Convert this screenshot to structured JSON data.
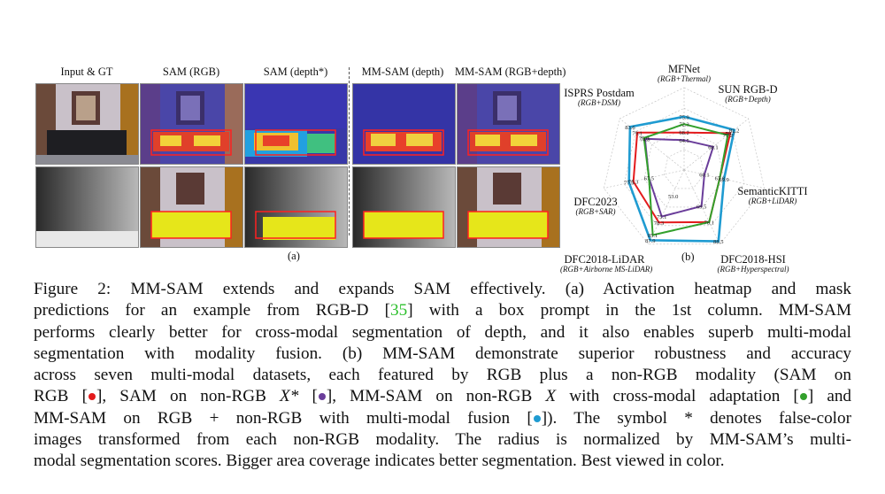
{
  "figure_a": {
    "columns": [
      "Input & GT",
      "SAM (RGB)",
      "SAM (depth*)",
      "MM-SAM (depth)",
      "MM-SAM (RGB+depth)"
    ],
    "sublabel": "(a)"
  },
  "figure_b": {
    "sublabel": "(b)",
    "axes": [
      {
        "name": "MFNet",
        "modality": "(RGB+Thermal)"
      },
      {
        "name": "SUN RGB-D",
        "modality": "(RGB+Depth)"
      },
      {
        "name": "SemanticKITTI",
        "modality": "(RGB+LiDAR)"
      },
      {
        "name": "DFC2018-HSI",
        "modality": "(RGB+Hyperspectral)"
      },
      {
        "name": "DFC2018-LiDAR",
        "modality": "(RGB+Airborne MS-LiDAR)"
      },
      {
        "name": "DFC2023",
        "modality": "(RGB+SAR)"
      },
      {
        "name": "ISPRS Postdam",
        "modality": "(RGB+DSM)"
      }
    ]
  },
  "chart_data": {
    "type": "radar",
    "categories": [
      "MFNet",
      "SUN RGB-D",
      "SemanticKITTI",
      "DFC2018-HSI",
      "DFC2018-LiDAR",
      "DFC2023",
      "ISPRS Postdam"
    ],
    "series": [
      {
        "color": "#e31a1c",
        "values": [
          68.2,
          78.7,
          67.8,
          78.1,
          78.3,
          75.3,
          79.1
        ]
      },
      {
        "color": "#6a3d9a",
        "values": [
          64.5,
          68.1,
          60.1,
          69.5,
          75.1,
          67.5,
          74.3
        ]
      },
      {
        "color": "#33a02c",
        "values": [
          72.3,
          77.2,
          67.8,
          78.1,
          85.1,
          67.5,
          75.0
        ]
      },
      {
        "color": "#1f9bd1",
        "values": [
          75.9,
          81.2,
          69.9,
          88.5,
          87.9,
          77.5,
          83.6
        ]
      }
    ],
    "point_labels": {
      "MFNet": [
        "75.9",
        "72.3",
        "68.2",
        "64.5"
      ],
      "SUN RGB-D": [
        "81.2",
        "78.7",
        "77.2",
        "68.1"
      ],
      "SemanticKITTI": [
        "69.9",
        "67.8",
        "60.1"
      ],
      "DFC2018-HSI": [
        "88.5",
        "78.1",
        "69.5"
      ],
      "DFC2018-LiDAR": [
        "87.9",
        "85.1",
        "78.3",
        "75.1"
      ],
      "DFC2023": [
        "77.5",
        "75.3",
        "67.5"
      ],
      "ISPRS Postdam": [
        "83.6",
        "79.1",
        "75.0",
        "74.3"
      ]
    },
    "center_label": "53.0"
  },
  "caption": {
    "lines": [
      {
        "parts": [
          {
            "text": "Figure 2:  MM-SAM extends and expands SAM effectively.  (a) Activation heatmap and mask"
          }
        ]
      },
      {
        "parts": [
          {
            "text": "predictions for an example from RGB-D ["
          },
          {
            "text": "35",
            "ref": true
          },
          {
            "text": "] with a box prompt in the 1st column.  MM-SAM"
          }
        ]
      },
      {
        "parts": [
          {
            "text": "performs clearly better for cross-modal segmentation of depth, and it also enables superb multi-modal"
          }
        ]
      },
      {
        "parts": [
          {
            "text": "segmentation with modality fusion. (b) MM-SAM demonstrate superior robustness and accuracy"
          }
        ]
      },
      {
        "parts": [
          {
            "text": "across seven multi-modal datasets, each featured by RGB plus a non-RGB modality (SAM on"
          }
        ]
      },
      {
        "parts": [
          {
            "text": "RGB ["
          },
          {
            "dot": "#e31a1c"
          },
          {
            "text": "], SAM on non-RGB "
          },
          {
            "text": "X*",
            "italic": true
          },
          {
            "text": " ["
          },
          {
            "dot": "#6a3d9a"
          },
          {
            "text": "], MM-SAM on non-RGB "
          },
          {
            "text": "X",
            "italic": true
          },
          {
            "text": " with cross-modal adaptation ["
          },
          {
            "dot": "#33a02c"
          },
          {
            "text": "] and"
          }
        ]
      },
      {
        "parts": [
          {
            "text": "MM-SAM on RGB + non-RGB with multi-modal fusion ["
          },
          {
            "dot": "#1f9bd1"
          },
          {
            "text": "]).  The symbol * denotes false-color"
          }
        ]
      },
      {
        "parts": [
          {
            "text": "images transformed from each non-RGB modality. The radius is normalized by MM-SAM’s multi-"
          }
        ]
      },
      {
        "parts": [
          {
            "text": "modal segmentation scores. Bigger area coverage indicates better segmentation. Best viewed in color."
          }
        ]
      }
    ]
  }
}
